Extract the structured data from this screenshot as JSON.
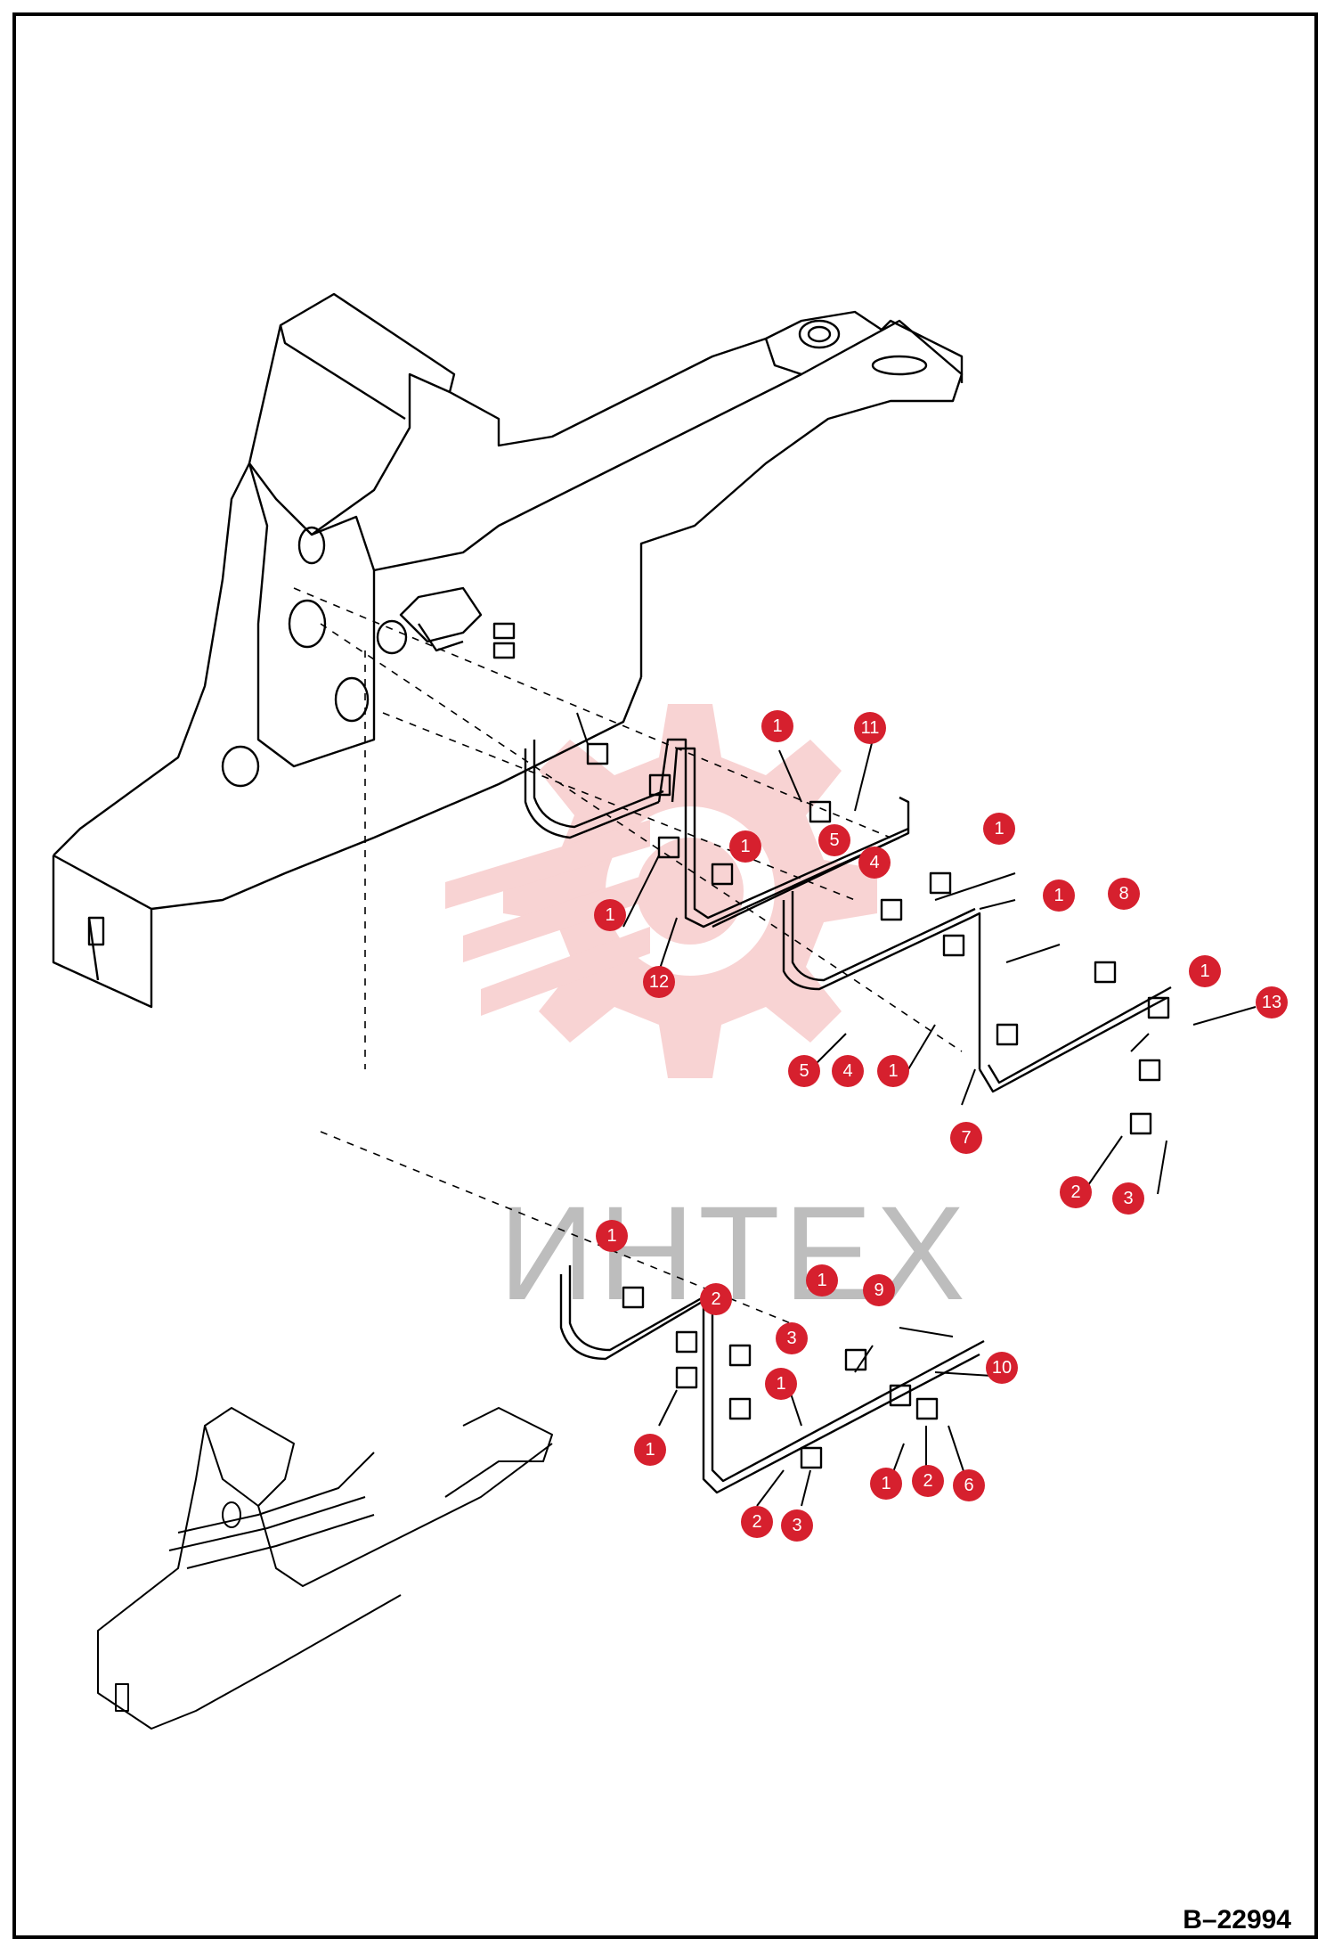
{
  "drawing_number": "B–22994",
  "watermark_text": "ИНТЕХ",
  "watermark_color": "#e23a3a",
  "callout_color": "#d6202e",
  "callouts": [
    {
      "id": "c01",
      "label": "1"
    },
    {
      "id": "c02",
      "label": "11"
    },
    {
      "id": "c03",
      "label": "1"
    },
    {
      "id": "c04",
      "label": "5"
    },
    {
      "id": "c05",
      "label": "1"
    },
    {
      "id": "c06",
      "label": "4"
    },
    {
      "id": "c07",
      "label": "1"
    },
    {
      "id": "c08",
      "label": "12"
    },
    {
      "id": "c09",
      "label": "1"
    },
    {
      "id": "c10",
      "label": "8"
    },
    {
      "id": "c11",
      "label": "1"
    },
    {
      "id": "c12",
      "label": "13"
    },
    {
      "id": "c13",
      "label": "5"
    },
    {
      "id": "c14",
      "label": "4"
    },
    {
      "id": "c15",
      "label": "1"
    },
    {
      "id": "c16",
      "label": "7"
    },
    {
      "id": "c17",
      "label": "2"
    },
    {
      "id": "c18",
      "label": "3"
    },
    {
      "id": "c19",
      "label": "1"
    },
    {
      "id": "c20",
      "label": "2"
    },
    {
      "id": "c21",
      "label": "1"
    },
    {
      "id": "c22",
      "label": "9"
    },
    {
      "id": "c23",
      "label": "3"
    },
    {
      "id": "c24",
      "label": "1"
    },
    {
      "id": "c25",
      "label": "10"
    },
    {
      "id": "c26",
      "label": "1"
    },
    {
      "id": "c27",
      "label": "1"
    },
    {
      "id": "c28",
      "label": "2"
    },
    {
      "id": "c29",
      "label": "6"
    },
    {
      "id": "c30",
      "label": "2"
    },
    {
      "id": "c31",
      "label": "3"
    }
  ]
}
